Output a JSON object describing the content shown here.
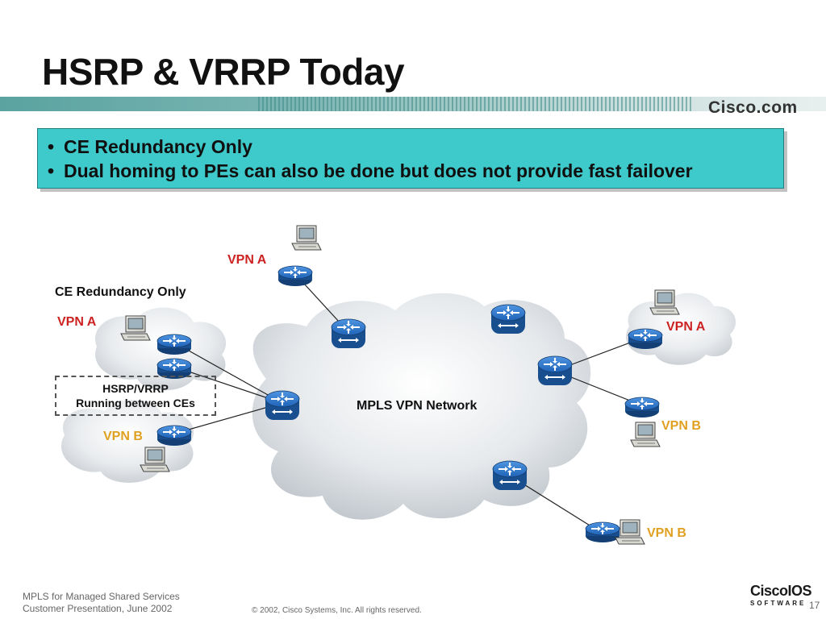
{
  "slide": {
    "title": "HSRP & VRRP Today",
    "brand": "Cisco.com",
    "bullets": [
      "CE Redundancy Only",
      "Dual homing to PEs can also be done but does not provide fast failover"
    ]
  },
  "diagram": {
    "section_heading": "CE Redundancy Only",
    "cloud_label": "MPLS VPN Network",
    "hsrp_box": [
      "HSRP/VRRP",
      "Running between CEs"
    ],
    "vpn_labels": {
      "top": "VPN A",
      "left_a": "VPN A",
      "left_b": "VPN B",
      "right_a": "VPN A",
      "right_b": "VPN B",
      "bottom_b": "VPN B"
    }
  },
  "footer": {
    "line1": "MPLS for Managed Shared Services",
    "line2": "Customer Presentation, June 2002",
    "copyright": "© 2002, Cisco Systems, Inc. All rights reserved.",
    "page_number": "17",
    "logo_word": "CiscoIOS",
    "logo_sub": "SOFTWARE"
  },
  "colors": {
    "bullet_box": "#3ec9cb",
    "vpn_a": "#cc2222",
    "vpn_b": "#e0a020",
    "router": "#1f63b7"
  }
}
